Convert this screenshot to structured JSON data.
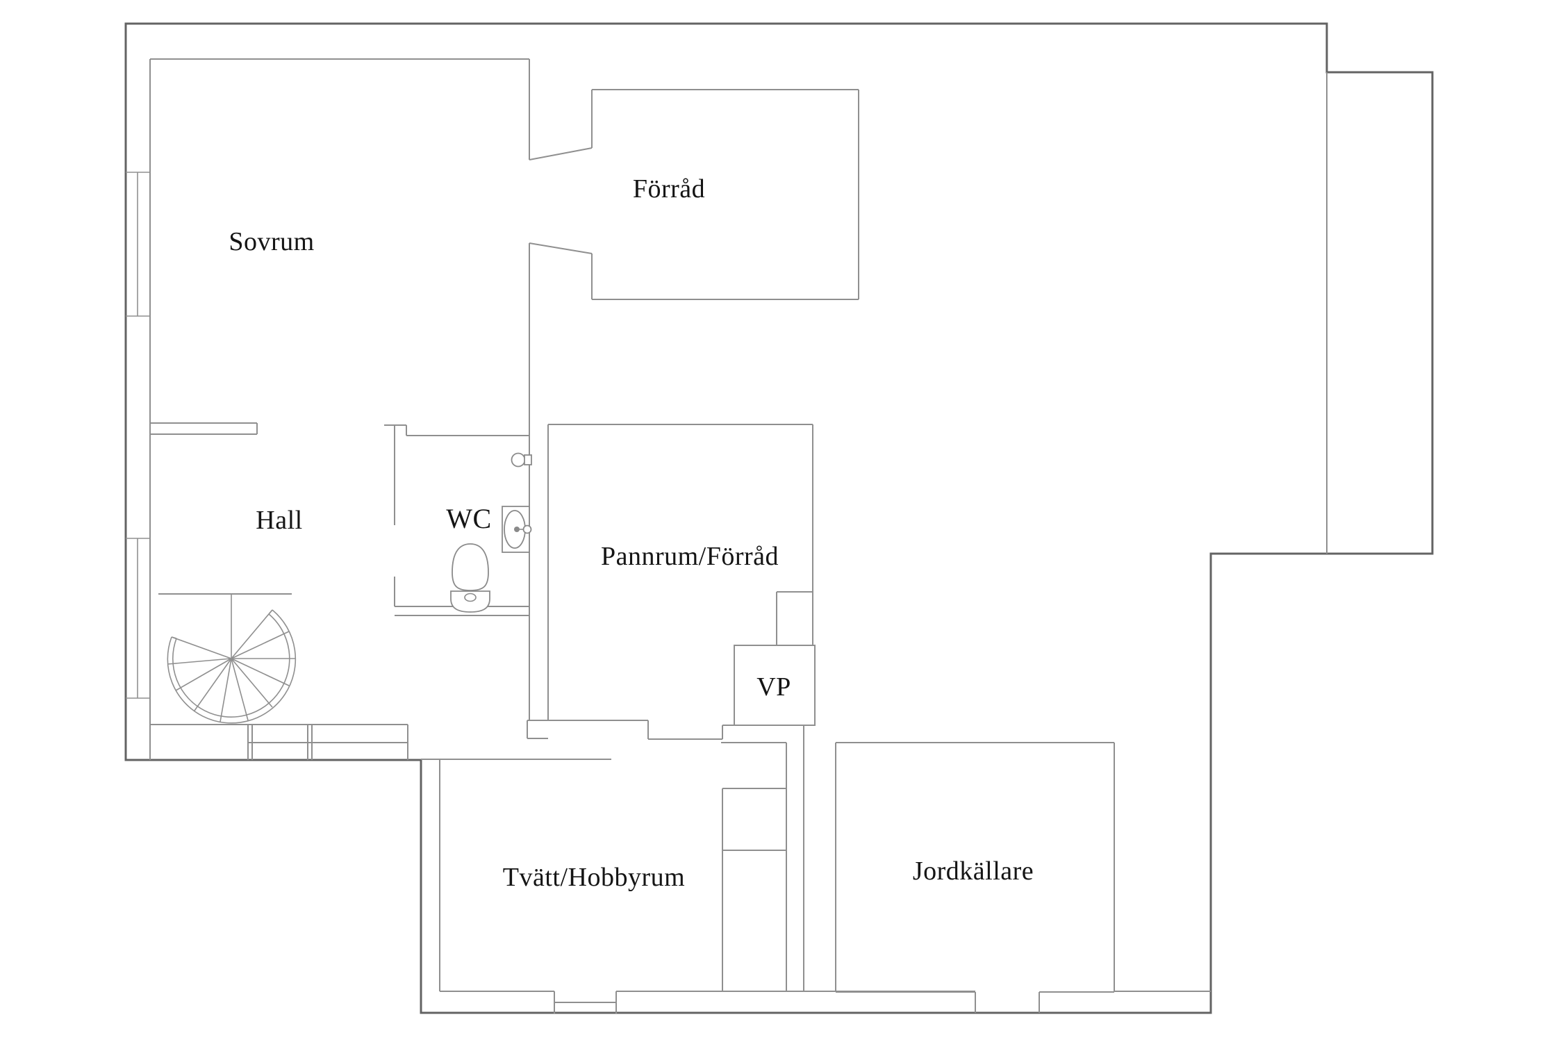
{
  "page": {
    "background": "#ffffff"
  },
  "colors": {
    "outer-wall": "#636363",
    "inner-wall": "#8f8f8f",
    "fixture": "#8a8a8a",
    "text": "#151515"
  },
  "rooms": {
    "sovrum": {
      "label": "Sovrum"
    },
    "forrad": {
      "label": "Förråd"
    },
    "hall": {
      "label": "Hall"
    },
    "wc": {
      "label": "WC"
    },
    "pannrum": {
      "label": "Pannrum/Förråd"
    },
    "vp": {
      "label": "VP"
    },
    "tvatt": {
      "label": "Tvätt/Hobbyrum"
    },
    "jordkallare": {
      "label": "Jordkällare"
    }
  }
}
